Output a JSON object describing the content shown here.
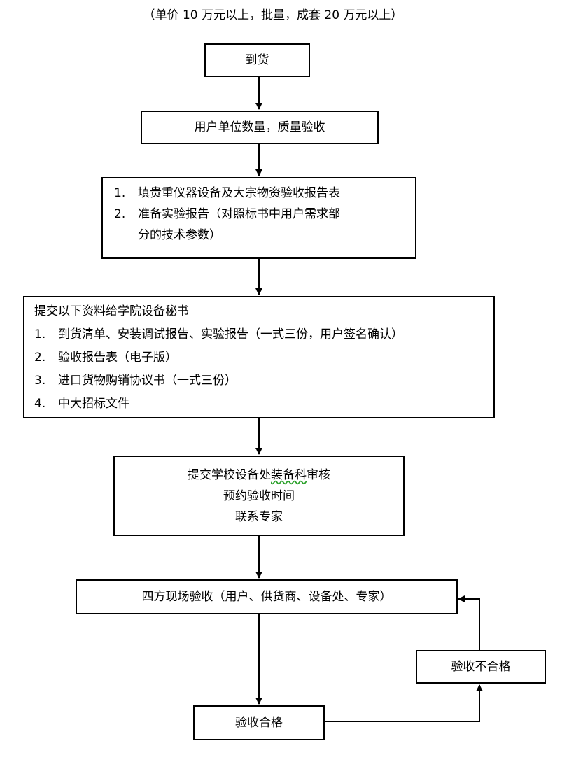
{
  "header": "（单价 10 万元以上，批量，成套 20 万元以上）",
  "steps": {
    "arrival": "到货",
    "user_check": "用户单位数量，质量验收",
    "forms": {
      "item1": "填贵重仪器设备及大宗物资验收报告表",
      "item2_line1": "准备实验报告（对照标书中用户需求部",
      "item2_line2": "分的技术参数）"
    },
    "submit": {
      "title": "提交以下资料给学院设备秘书",
      "items": [
        "到货清单、安装调试报告、实验报告（一式三份，用户签名确认）",
        "验收报告表（电子版）",
        "进口货物购销协议书（一式三份）",
        "中大招标文件"
      ]
    },
    "review": {
      "line1_a": "提交学校设备处",
      "line1_b": "装备科",
      "line1_c": "审核",
      "line2": "预约验收时间",
      "line3": "联系专家"
    },
    "onsite": "四方现场验收（用户、供货商、设备处、专家）",
    "pass": "验收合格",
    "fail": "验收不合格"
  },
  "numbers": [
    "1.",
    "2.",
    "3.",
    "4."
  ]
}
